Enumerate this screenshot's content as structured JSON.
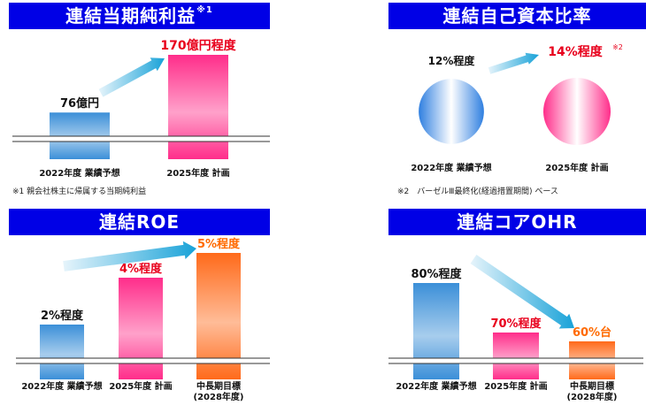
{
  "panels": [
    {
      "title": "連結当期純利益",
      "title_sup": "※1",
      "note": "※1 親会社株主に帰属する当期純利益",
      "chart_data": {
        "type": "bar",
        "categories": [
          "2022年度 業績予想",
          "2025年度 計画"
        ],
        "values": [
          76,
          170
        ],
        "value_labels": [
          "76億円",
          "170億円程度"
        ],
        "title": "連結当期純利益",
        "axis_break": true,
        "colors": [
          "#3b8fd8",
          "#ff2d8a"
        ],
        "label_colors": [
          "#111111",
          "#e8001c"
        ]
      }
    },
    {
      "title": "連結自己資本比率",
      "note": "※2　バーゼルⅢ最終化(経過措置期間) ベース",
      "chart_data": {
        "type": "bubble",
        "categories": [
          "2022年度 業績予想",
          "2025年度 計画"
        ],
        "values": [
          12,
          14
        ],
        "value_labels": [
          "12%程度",
          "14%程度"
        ],
        "value_sup": [
          "",
          "※2"
        ],
        "title": "連結自己資本比率",
        "colors": [
          "#2f7fe0",
          "#ff2d8a"
        ],
        "label_colors": [
          "#111111",
          "#e8001c"
        ]
      }
    },
    {
      "title": "連結ROE",
      "chart_data": {
        "type": "bar",
        "categories": [
          "2022年度 業績予想",
          "2025年度 計画",
          "中長期目標\n(2028年度)"
        ],
        "values": [
          2,
          4,
          5
        ],
        "value_labels": [
          "2%程度",
          "4%程度",
          "5%程度"
        ],
        "title": "連結ROE",
        "axis_break": true,
        "colors": [
          "#3b8fd8",
          "#ff2d8a",
          "#ff6a1a"
        ],
        "label_colors": [
          "#111111",
          "#e8001c",
          "#ff6a00"
        ]
      }
    },
    {
      "title": "連結コアOHR",
      "chart_data": {
        "type": "bar",
        "categories": [
          "2022年度 業績予想",
          "2025年度 計画",
          "中長期目標\n(2028年度)"
        ],
        "values": [
          80,
          70,
          60
        ],
        "value_labels": [
          "80%程度",
          "70%程度",
          "60%台"
        ],
        "title": "連結コアOHR",
        "axis_break": true,
        "colors": [
          "#3b8fd8",
          "#ff2d8a",
          "#ff6a1a"
        ],
        "label_colors": [
          "#111111",
          "#e8001c",
          "#ff6a00"
        ]
      }
    }
  ]
}
